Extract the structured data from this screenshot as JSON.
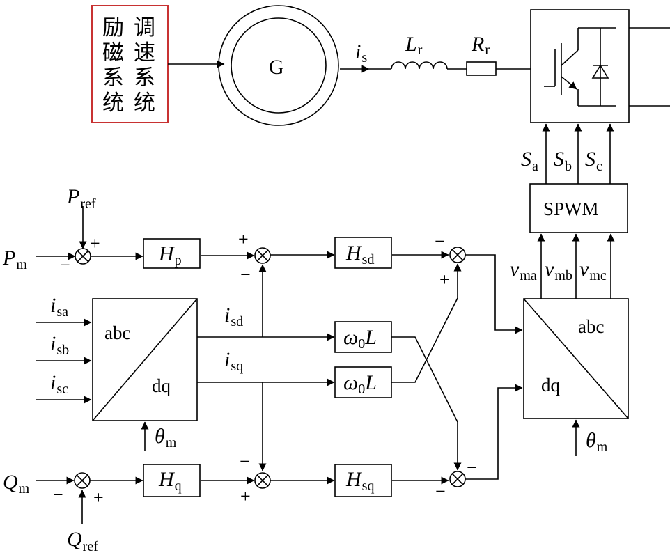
{
  "generator": {
    "excitation": [
      "励",
      "磁",
      "系",
      "统"
    ],
    "speed_control": [
      "调",
      "速",
      "系",
      "统"
    ],
    "letter": "G",
    "current": {
      "main": "i",
      "sub": "s"
    },
    "inductor": {
      "main": "L",
      "sub": "r"
    },
    "resistor": {
      "main": "R",
      "sub": "r"
    }
  },
  "switching": {
    "sa": {
      "main": "S",
      "sub": "a"
    },
    "sb": {
      "main": "S",
      "sub": "b"
    },
    "sc": {
      "main": "S",
      "sub": "c"
    },
    "spwm": "SPWM"
  },
  "references": {
    "p_ref": {
      "main": "P",
      "sub": "ref"
    },
    "p_m": {
      "main": "P",
      "sub": "m"
    },
    "q_m": {
      "main": "Q",
      "sub": "m"
    },
    "q_ref": {
      "main": "Q",
      "sub": "ref"
    }
  },
  "blocks": {
    "hp": {
      "main": "H",
      "sub": "p"
    },
    "hq": {
      "main": "H",
      "sub": "q"
    },
    "hsd": {
      "main": "H",
      "sub": "sd"
    },
    "hsq": {
      "main": "H",
      "sub": "sq"
    },
    "w0l": {
      "main": "ω",
      "sub": "0",
      "tail": "L"
    }
  },
  "transforms": {
    "abc_to_dq": {
      "top": "abc",
      "bottom": "dq"
    },
    "dq_to_abc": {
      "top": "abc",
      "bottom": "dq"
    },
    "theta": {
      "main": "θ",
      "sub": "m"
    }
  },
  "signals": {
    "isa": {
      "main": "i",
      "sub": "sa"
    },
    "isb": {
      "main": "i",
      "sub": "sb"
    },
    "isc": {
      "main": "i",
      "sub": "sc"
    },
    "isd": {
      "main": "i",
      "sub": "sd"
    },
    "isq": {
      "main": "i",
      "sub": "sq"
    },
    "vma": {
      "main": "v",
      "sub": "ma"
    },
    "vmb": {
      "main": "v",
      "sub": "mb"
    },
    "vmc": {
      "main": "v",
      "sub": "mc"
    }
  },
  "signs": {
    "plus": "+",
    "minus": "−"
  }
}
